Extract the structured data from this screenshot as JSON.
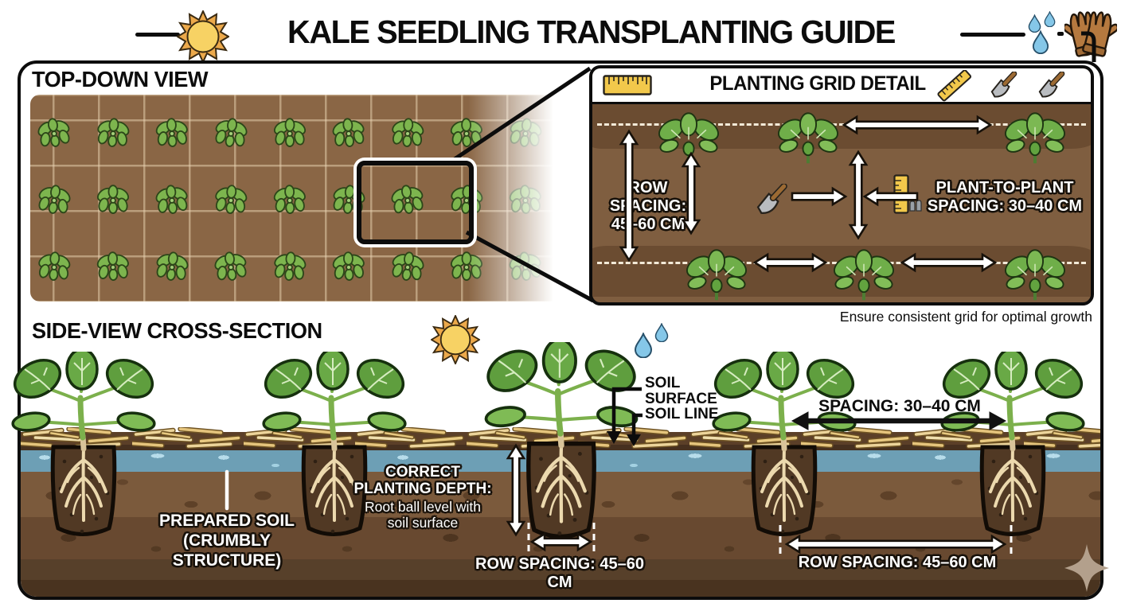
{
  "header": {
    "title": "KALE SEEDLING TRANSPLANTING GUIDE",
    "icons": [
      "sun-icon",
      "water-drops-icon",
      "gloves-icon"
    ]
  },
  "top_down": {
    "label": "TOP-DOWN VIEW",
    "grid": {
      "rows": 3,
      "cols": 9
    }
  },
  "detail_panel": {
    "title": "PLANTING GRID DETAIL",
    "icons": [
      "ruler-icon",
      "diagonal-ruler-icon",
      "trowel-icon",
      "trowel-icon",
      "mini-ruler-icon",
      "mini-gloves-icon"
    ],
    "row_spacing": "ROW SPACING:\n45–60 CM",
    "plant_spacing": "PLANT-TO-PLANT\nSPACING: 30–40 CM",
    "caption": "Ensure consistent grid for optimal growth"
  },
  "side_view": {
    "label": "SIDE-VIEW CROSS-SECTION",
    "icons": [
      "sun-icon",
      "water-drops-icon"
    ],
    "soil_surface": "SOIL\nSURFACE",
    "soil_line": "SOIL LINE",
    "spacing": "SPACING: 30–40 CM",
    "depth_title": "CORRECT\nPLANTING DEPTH:",
    "depth_desc": "Root ball level with\nsoil surface",
    "prepared_soil": "PREPARED SOIL\n(CRUMBLY STRUCTURE)",
    "row_spacing_left": "ROW SPACING: 45–60 CM",
    "row_spacing_right": "ROW SPACING: 45–60 CM"
  },
  "palette": {
    "soil_top_view": "#8a6645",
    "soil_panel": "#7f5e40",
    "soil_dark_band": "#6b4c31",
    "water": "#6d9fb5",
    "leaf_green": "#5f9e3e",
    "straw": "#e8c981",
    "outline_black": "#0c0c0c",
    "sun_yellow": "#f7d264",
    "drop_blue": "#85c7e8",
    "glove_brown": "#b5793f"
  }
}
